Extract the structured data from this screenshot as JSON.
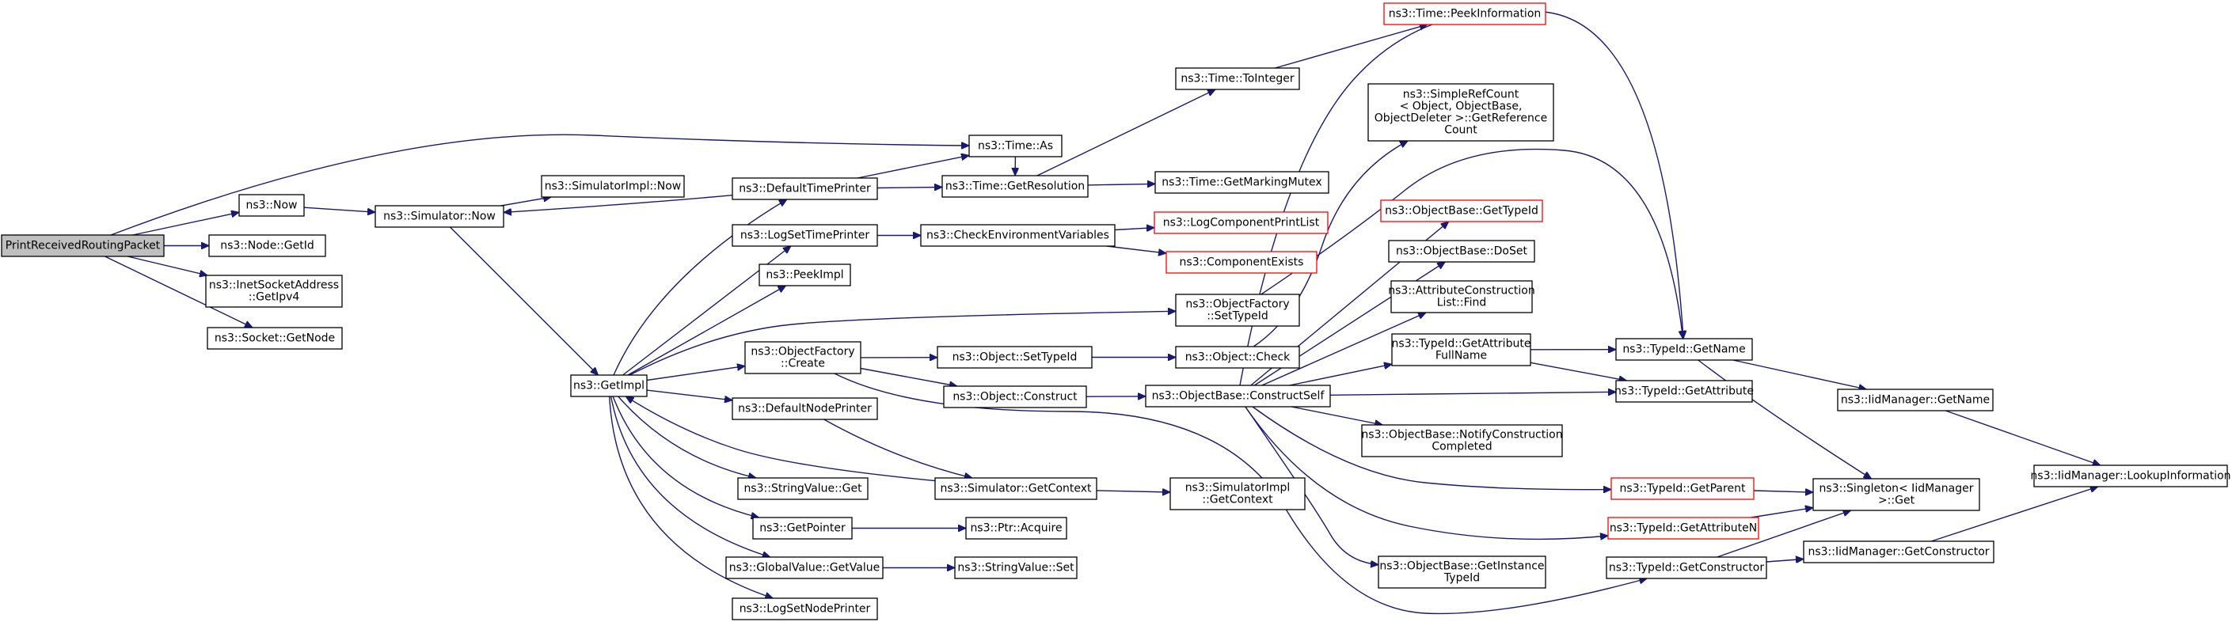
{
  "graph": {
    "title": "",
    "nodes": [
      {
        "id": "root",
        "lines": [
          "PrintReceivedRoutingPacket"
        ],
        "style": "root"
      },
      {
        "id": "now",
        "lines": [
          "ns3::Now"
        ]
      },
      {
        "id": "nodegetid",
        "lines": [
          "ns3::Node::GetId"
        ]
      },
      {
        "id": "inetgetipv4",
        "lines": [
          "ns3::InetSocketAddress",
          "::GetIpv4"
        ]
      },
      {
        "id": "socketgetnode",
        "lines": [
          "ns3::Socket::GetNode"
        ]
      },
      {
        "id": "simnow",
        "lines": [
          "ns3::Simulator::Now"
        ]
      },
      {
        "id": "simimplnow",
        "lines": [
          "ns3::SimulatorImpl::Now"
        ]
      },
      {
        "id": "getimpl",
        "lines": [
          "ns3::GetImpl"
        ]
      },
      {
        "id": "defaulttimeprinter",
        "lines": [
          "ns3::DefaultTimePrinter"
        ]
      },
      {
        "id": "logsettimeprinter",
        "lines": [
          "ns3::LogSetTimePrinter"
        ]
      },
      {
        "id": "peekimpl",
        "lines": [
          "ns3::PeekImpl"
        ]
      },
      {
        "id": "objfactcreate",
        "lines": [
          "ns3::ObjectFactory",
          "::Create"
        ]
      },
      {
        "id": "defaultnodeprinter",
        "lines": [
          "ns3::DefaultNodePrinter"
        ]
      },
      {
        "id": "stringvalueget",
        "lines": [
          "ns3::StringValue::Get"
        ]
      },
      {
        "id": "getpointer",
        "lines": [
          "ns3::GetPointer"
        ]
      },
      {
        "id": "globalvalueget",
        "lines": [
          "ns3::GlobalValue::GetValue"
        ]
      },
      {
        "id": "logsetnodeprinter",
        "lines": [
          "ns3::LogSetNodePrinter"
        ]
      },
      {
        "id": "timeas",
        "lines": [
          "ns3::Time::As"
        ]
      },
      {
        "id": "timegetres",
        "lines": [
          "ns3::Time::GetResolution"
        ]
      },
      {
        "id": "timetointeger",
        "lines": [
          "ns3::Time::ToInteger"
        ]
      },
      {
        "id": "timepeekinfo",
        "lines": [
          "ns3::Time::PeekInformation"
        ],
        "style": "red"
      },
      {
        "id": "timemarkingmutex",
        "lines": [
          "ns3::Time::GetMarkingMutex"
        ]
      },
      {
        "id": "checkenv",
        "lines": [
          "ns3::CheckEnvironmentVariables"
        ]
      },
      {
        "id": "logcompprintlist",
        "lines": [
          "ns3::LogComponentPrintList"
        ],
        "style": "red"
      },
      {
        "id": "compexists",
        "lines": [
          "ns3::ComponentExists"
        ],
        "style": "red"
      },
      {
        "id": "objfactsettypeid",
        "lines": [
          "ns3::ObjectFactory",
          "::SetTypeId"
        ]
      },
      {
        "id": "objsettypeid",
        "lines": [
          "ns3::Object::SetTypeId"
        ]
      },
      {
        "id": "objconstruct",
        "lines": [
          "ns3::Object::Construct"
        ]
      },
      {
        "id": "objcheck",
        "lines": [
          "ns3::Object::Check"
        ]
      },
      {
        "id": "objbaseconstructself",
        "lines": [
          "ns3::ObjectBase::ConstructSelf"
        ]
      },
      {
        "id": "simgetcontext",
        "lines": [
          "ns3::Simulator::GetContext"
        ]
      },
      {
        "id": "simimplgetcontext",
        "lines": [
          "ns3::SimulatorImpl",
          "::GetContext"
        ]
      },
      {
        "id": "ptracquire",
        "lines": [
          "ns3::Ptr::Acquire"
        ]
      },
      {
        "id": "stringvalueset",
        "lines": [
          "ns3::StringValue::Set"
        ]
      },
      {
        "id": "simplerefcount",
        "lines": [
          "ns3::SimpleRefCount",
          "< Object, ObjectBase,",
          "ObjectDeleter >::GetReference",
          "Count"
        ]
      },
      {
        "id": "objbasegettypeid",
        "lines": [
          "ns3::ObjectBase::GetTypeId"
        ],
        "style": "red"
      },
      {
        "id": "objbasedoset",
        "lines": [
          "ns3::ObjectBase::DoSet"
        ]
      },
      {
        "id": "attrconstrfind",
        "lines": [
          "ns3::AttributeConstruction",
          "List::Find"
        ]
      },
      {
        "id": "typeidgetattrfullname",
        "lines": [
          "ns3::TypeId::GetAttribute",
          "FullName"
        ]
      },
      {
        "id": "objbasenotify",
        "lines": [
          "ns3::ObjectBase::NotifyConstruction",
          "Completed"
        ]
      },
      {
        "id": "objbasegetinstance",
        "lines": [
          "ns3::ObjectBase::GetInstance",
          "TypeId"
        ]
      },
      {
        "id": "typeidgetname",
        "lines": [
          "ns3::TypeId::GetName"
        ]
      },
      {
        "id": "typeidgetattribute",
        "lines": [
          "ns3::TypeId::GetAttribute"
        ]
      },
      {
        "id": "typeidgetparent",
        "lines": [
          "ns3::TypeId::GetParent"
        ],
        "style": "red"
      },
      {
        "id": "typeidgetattributen",
        "lines": [
          "ns3::TypeId::GetAttributeN"
        ],
        "style": "red"
      },
      {
        "id": "typeidgetconstructor",
        "lines": [
          "ns3::TypeId::GetConstructor"
        ]
      },
      {
        "id": "iidgetname",
        "lines": [
          "ns3::IidManager::GetName"
        ]
      },
      {
        "id": "singletonget",
        "lines": [
          "ns3::Singleton< IidManager",
          ">::Get"
        ]
      },
      {
        "id": "iidgetconstructor",
        "lines": [
          "ns3::IidManager::GetConstructor"
        ]
      },
      {
        "id": "iidlookup",
        "lines": [
          "ns3::IidManager::LookupInformation"
        ]
      }
    ],
    "edges": [
      [
        "root",
        "timeas"
      ],
      [
        "root",
        "now"
      ],
      [
        "root",
        "nodegetid"
      ],
      [
        "root",
        "inetgetipv4"
      ],
      [
        "root",
        "socketgetnode"
      ],
      [
        "now",
        "simnow"
      ],
      [
        "simnow",
        "simimplnow"
      ],
      [
        "simnow",
        "getimpl"
      ],
      [
        "getimpl",
        "defaulttimeprinter"
      ],
      [
        "getimpl",
        "logsettimeprinter"
      ],
      [
        "getimpl",
        "peekimpl"
      ],
      [
        "getimpl",
        "objfactsettypeid"
      ],
      [
        "getimpl",
        "objfactcreate"
      ],
      [
        "getimpl",
        "defaultnodeprinter"
      ],
      [
        "getimpl",
        "stringvalueget"
      ],
      [
        "getimpl",
        "getpointer"
      ],
      [
        "getimpl",
        "globalvalueget"
      ],
      [
        "getimpl",
        "logsetnodeprinter"
      ],
      [
        "defaulttimeprinter",
        "simnow"
      ],
      [
        "defaulttimeprinter",
        "timeas"
      ],
      [
        "defaulttimeprinter",
        "timegetres"
      ],
      [
        "timeas",
        "timegetres"
      ],
      [
        "timegetres",
        "timetointeger"
      ],
      [
        "timegetres",
        "timemarkingmutex"
      ],
      [
        "timetointeger",
        "timepeekinfo"
      ],
      [
        "logsettimeprinter",
        "checkenv"
      ],
      [
        "checkenv",
        "logcompprintlist"
      ],
      [
        "checkenv",
        "compexists"
      ],
      [
        "objfactsettypeid",
        "typeidgetname"
      ],
      [
        "objfactcreate",
        "objsettypeid"
      ],
      [
        "objfactcreate",
        "objconstruct"
      ],
      [
        "objfactcreate",
        "typeidgetconstructor"
      ],
      [
        "objsettypeid",
        "objcheck"
      ],
      [
        "objcheck",
        "simplerefcount"
      ],
      [
        "objconstruct",
        "objbaseconstructself"
      ],
      [
        "defaultnodeprinter",
        "simgetcontext"
      ],
      [
        "simgetcontext",
        "getimpl"
      ],
      [
        "simgetcontext",
        "simimplgetcontext"
      ],
      [
        "getpointer",
        "ptracquire"
      ],
      [
        "globalvalueget",
        "stringvalueset"
      ],
      [
        "objbaseconstructself",
        "objbasegettypeid"
      ],
      [
        "objbaseconstructself",
        "objbasedoset"
      ],
      [
        "objbaseconstructself",
        "attrconstrfind"
      ],
      [
        "objbaseconstructself",
        "typeidgetattrfullname"
      ],
      [
        "objbaseconstructself",
        "typeidgetattribute"
      ],
      [
        "objbaseconstructself",
        "objbasenotify"
      ],
      [
        "objbaseconstructself",
        "typeidgetparent"
      ],
      [
        "objbaseconstructself",
        "typeidgetattributen"
      ],
      [
        "objbaseconstructself",
        "objbasegetinstance"
      ],
      [
        "objbaseconstructself",
        "typeidgetname"
      ],
      [
        "typeidgetattrfullname",
        "typeidgetname"
      ],
      [
        "typeidgetattrfullname",
        "typeidgetattribute"
      ],
      [
        "typeidgetname",
        "iidgetname"
      ],
      [
        "typeidgetname",
        "singletonget"
      ],
      [
        "typeidgetparent",
        "singletonget"
      ],
      [
        "typeidgetattributen",
        "singletonget"
      ],
      [
        "typeidgetconstructor",
        "singletonget"
      ],
      [
        "typeidgetconstructor",
        "iidgetconstructor"
      ],
      [
        "iidgetname",
        "iidlookup"
      ],
      [
        "iidgetconstructor",
        "iidlookup"
      ]
    ],
    "colors": {
      "edge": "#191970",
      "root_fill": "#bfbfbf",
      "node_border": "#000000",
      "missing_border": "#ff0000"
    }
  }
}
